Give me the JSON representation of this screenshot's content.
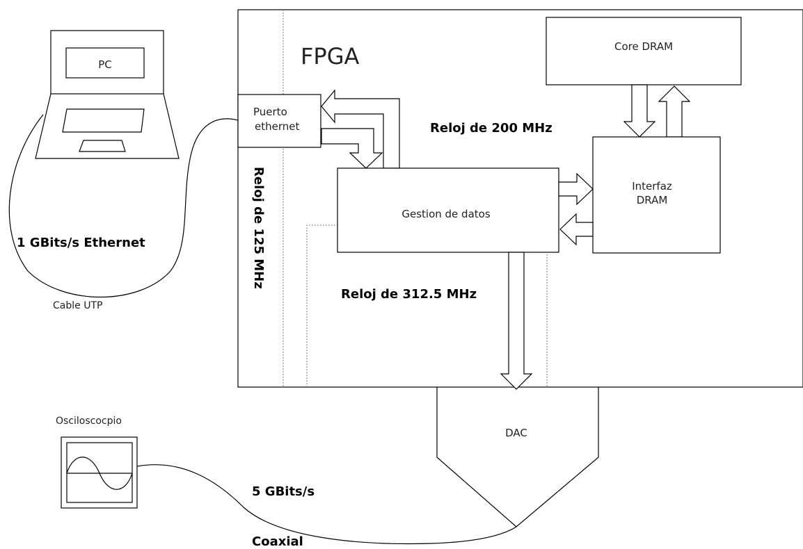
{
  "diagram": {
    "fpga_label": "FPGA",
    "pc_label": "PC",
    "ethernet_port_line1": "Puerto",
    "ethernet_port_line2": "ethernet",
    "core_dram_label": "Core DRAM",
    "interfaz_line1": "Interfaz",
    "interfaz_line2": "DRAM",
    "gestion_label": "Gestion de datos",
    "dac_label": "DAC",
    "clock_200": "Reloj de 200 MHz",
    "clock_125": "Reloj de 125 MHz",
    "clock_312": "Reloj de 312.5 MHz",
    "ethernet_speed": "1 GBits/s Ethernet",
    "cable_utp": "Cable UTP",
    "oscilloscope_label": "Osciloscocpio",
    "coax_speed": "5 GBits/s",
    "coax_label": "Coaxial"
  }
}
